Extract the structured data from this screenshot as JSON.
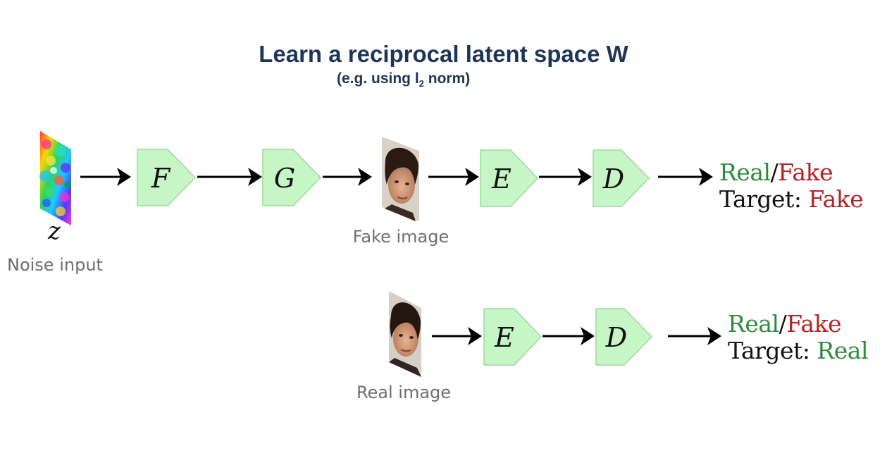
{
  "title": "Learn a reciprocal latent space W",
  "subtitle": {
    "prefix": "(e.g. using l",
    "subscript": "2",
    "suffix": " norm)"
  },
  "labels": {
    "noise_symbol": "z",
    "noise_caption": "Noise input",
    "fake_caption": "Fake image",
    "real_caption": "Real image"
  },
  "blocks": {
    "F": "F",
    "G": "G",
    "E": "E",
    "D": "D"
  },
  "outputs": {
    "real_word": "Real",
    "slash": "/",
    "fake_word": "Fake",
    "target_prefix": "Target: ",
    "target_top": "Fake",
    "target_bottom": "Real"
  },
  "colors": {
    "title": "#1f3557",
    "block_fill": "#c6f5c6",
    "block_stroke": "#9fd99f",
    "real_green": "#2e8b3d",
    "fake_red": "#b42222",
    "caption_gray": "#6e6e6e"
  }
}
